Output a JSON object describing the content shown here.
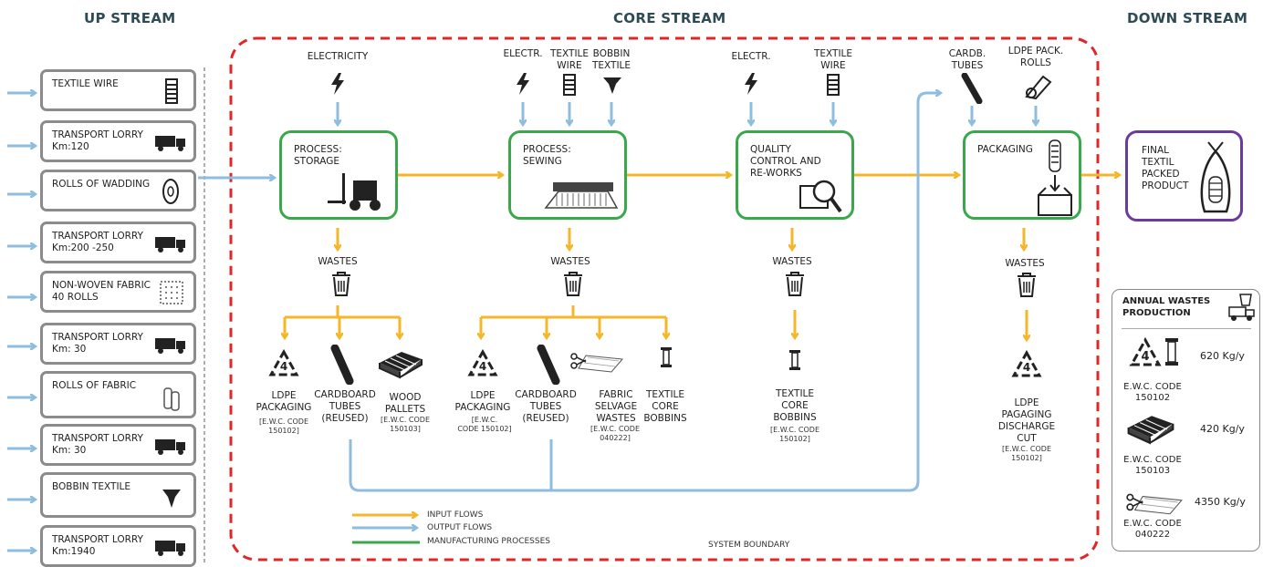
{
  "headers": {
    "up": "UP STREAM",
    "core": "CORE STREAM",
    "down": "DOWN STREAM"
  },
  "upstream": [
    {
      "label": "TEXTILE WIRE",
      "icon": "spool-icon"
    },
    {
      "label": "TRANSPORT LORRY\nKm:120",
      "icon": "lorry-icon"
    },
    {
      "label": "ROLLS OF WADDING",
      "icon": "roll-icon"
    },
    {
      "label": "TRANSPORT LORRY\nKm:200 -250",
      "icon": "lorry-icon"
    },
    {
      "label": "NON-WOVEN FABRIC\n40 ROLLS",
      "icon": "fabric-icon"
    },
    {
      "label": "TRANSPORT LORRY\nKm: 30",
      "icon": "lorry-icon"
    },
    {
      "label": "ROLLS OF FABRIC",
      "icon": "fabric-rolls-icon"
    },
    {
      "label": "TRANSPORT LORRY\nKm: 30",
      "icon": "lorry-icon"
    },
    {
      "label": "BOBBIN TEXTILE",
      "icon": "bobbin-icon"
    },
    {
      "label": "TRANSPORT LORRY\nKm:1940",
      "icon": "lorry-icon"
    }
  ],
  "inputs": {
    "p1": [
      "ELECTRICITY"
    ],
    "p2": [
      "ELECTR.",
      "TEXTILE\nWIRE",
      "BOBBIN\nTEXTILE"
    ],
    "p3": [
      "ELECTR.",
      "TEXTILE\nWIRE"
    ],
    "p4": [
      "CARDB.\nTUBES",
      "LDPE PACK.\nROLLS"
    ]
  },
  "processes": [
    {
      "label": "PROCESS:\nSTORAGE",
      "icon": "forklift-icon"
    },
    {
      "label": "PROCESS:\nSEWING",
      "icon": "sewing-machine-icon"
    },
    {
      "label": "QUALITY\nCONTROL AND\nRE-WORKS",
      "icon": "magnifier-icon"
    },
    {
      "label": "PACKAGING",
      "icon": "box-icon"
    }
  ],
  "final": {
    "label": "FINAL\nTEXTIL\nPACKED\nPRODUCT"
  },
  "wastes_label": "WASTES",
  "wastes": {
    "p1": [
      {
        "label": "LDPE\nPACKAGING",
        "code": "[E.W.C. CODE\n150102]"
      },
      {
        "label": "CARDBOARD\nTUBES\n(REUSED)",
        "code": ""
      },
      {
        "label": "WOOD\nPALLETS",
        "code": "[E.W.C. CODE\n150103]"
      }
    ],
    "p2": [
      {
        "label": "LDPE\nPACKAGING",
        "code": "[E.W.C.\nCODE 150102]"
      },
      {
        "label": "CARDBOARD\nTUBES\n(REUSED)",
        "code": ""
      },
      {
        "label": "FABRIC\nSELVAGE\nWASTES",
        "code": "[E.W.C. CODE\n040222]"
      },
      {
        "label": "TEXTILE\nCORE\nBOBBINS",
        "code": ""
      }
    ],
    "p3": [
      {
        "label": "TEXTILE\nCORE\nBOBBINS",
        "code": "[E.W.C. CODE\n150102]"
      }
    ],
    "p4": [
      {
        "label": "LDPE\nPAGAGING\nDISCHARGE\nCUT",
        "code": "[E.W.C. CODE\n150102]"
      }
    ]
  },
  "recycle_number": "4",
  "legend": {
    "input": "INPUT FLOWS",
    "output": "OUTPUT FLOWS",
    "manufacturing": "MANUFACTURING PROCESSES"
  },
  "system_boundary": "SYSTEM BOUNDARY",
  "annual": {
    "title": "ANNUAL WASTES\nPRODUCTION",
    "items": [
      {
        "code": "E.W.C. CODE\n150102",
        "value": "620 Kg/y"
      },
      {
        "code": "E.W.C. CODE\n150103",
        "value": "420 Kg/y"
      },
      {
        "code": "E.W.C. CODE\n040222",
        "value": "4350 Kg/y"
      }
    ]
  },
  "colors": {
    "input": "#f5b629",
    "output": "#8fbde0",
    "process": "#3aa84a",
    "boundary": "#e02626",
    "final": "#6a3a9c"
  }
}
